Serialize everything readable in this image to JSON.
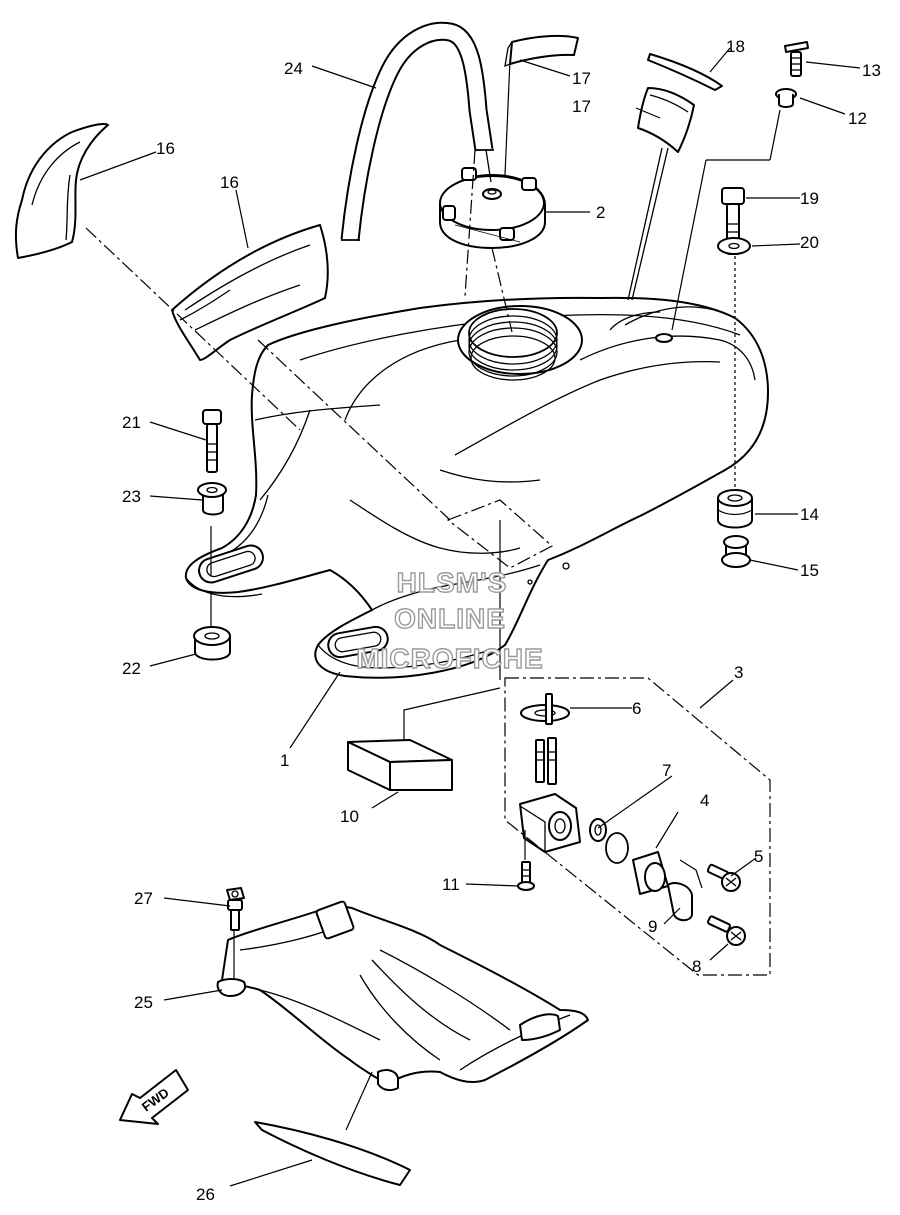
{
  "watermark": [
    "HLSM'S",
    "ONLINE",
    "MICROFICHE"
  ],
  "fwd_label": "FWD",
  "callouts": {
    "c1": "1",
    "c2": "2",
    "c3": "3",
    "c4": "4",
    "c5": "5",
    "c6": "6",
    "c7": "7",
    "c8": "8",
    "c9": "9",
    "c10": "10",
    "c11": "11",
    "c12": "12",
    "c13": "13",
    "c14": "14",
    "c15": "15",
    "c16a": "16",
    "c16b": "16",
    "c17a": "17",
    "c17b": "17",
    "c18": "18",
    "c19": "19",
    "c20": "20",
    "c21": "21",
    "c22": "22",
    "c23": "23",
    "c24": "24",
    "c25": "25",
    "c26": "26",
    "c27": "27"
  }
}
